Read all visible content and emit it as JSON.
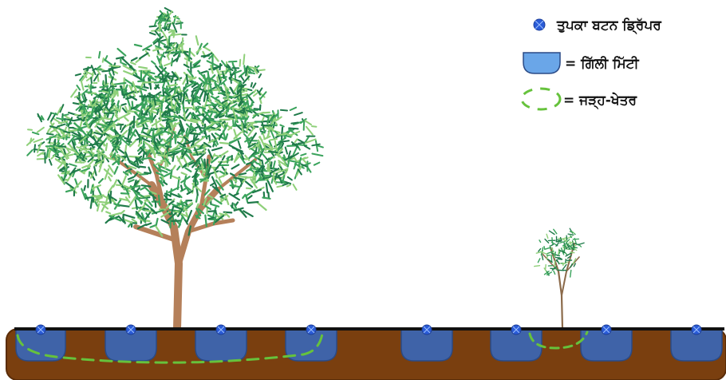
{
  "legend": {
    "dripper_label": "ਤੁਪਕਾ ਬਟਨ ਡ੍ਰਿੱਪਰ",
    "wet_soil_label": "= ਗਿੱਲੀ ਮਿੱਟੀ",
    "root_zone_label": "= ਜੜ੍ਹ-ਖੇਤਰ"
  },
  "colors": {
    "soil": "#7a3f0f",
    "soil_edge": "#5a2c08",
    "wet_soil": "#3f63a8",
    "wet_soil_legend": "#6aa6e8",
    "dripper": "#2a5bd7",
    "drip_line": "#111111",
    "root_zone": "#66c23c",
    "trunk": "#b5805a",
    "foliage_dark": "#1f7a4a",
    "foliage_mid": "#3aa35c",
    "foliage_light": "#8fd07a"
  },
  "icons": {
    "dripper": "blue-dot-icon",
    "wet_soil": "blue-bowl-icon",
    "root_zone": "dashed-ellipse-icon"
  },
  "diagram": {
    "dripper_count": 8,
    "wet_soil_zone_count": 8
  }
}
